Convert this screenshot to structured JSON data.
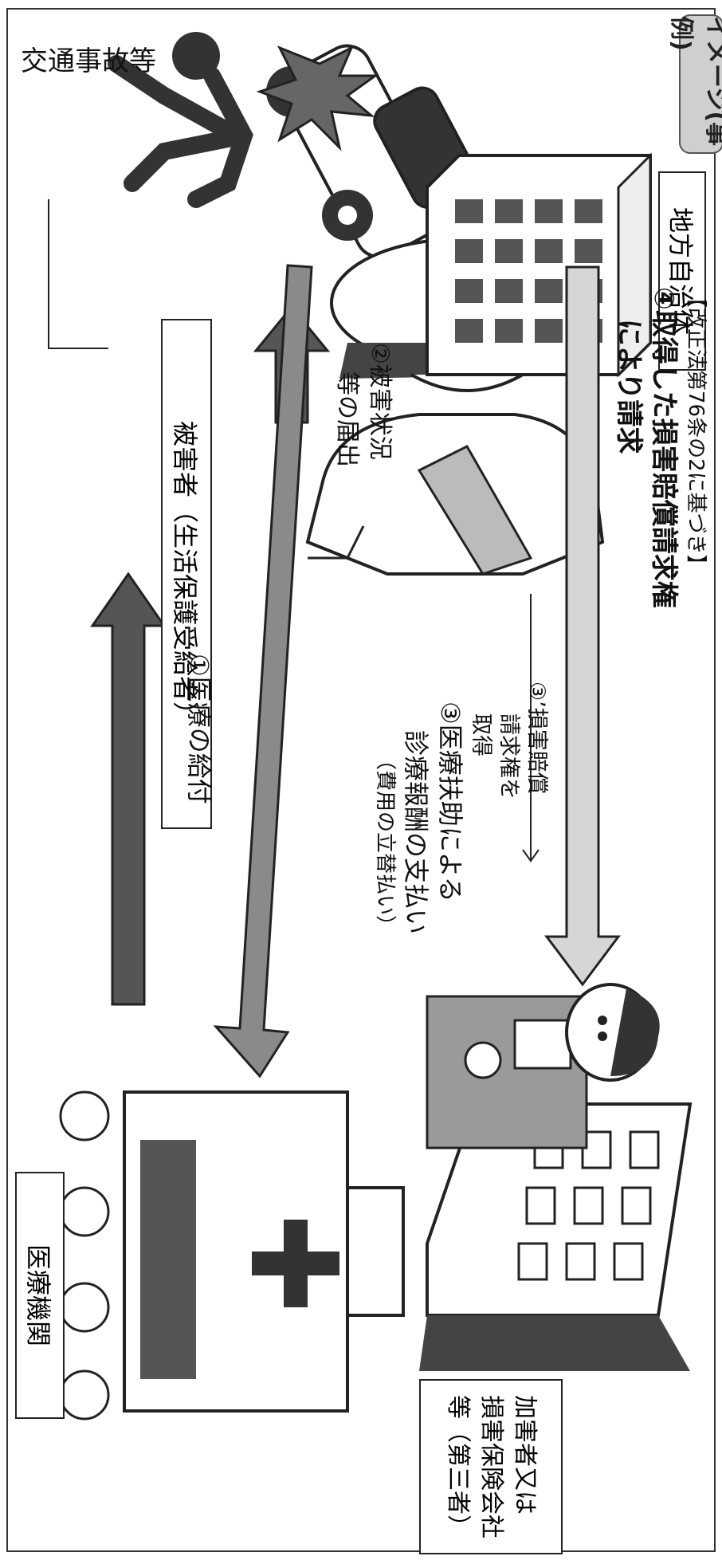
{
  "header": {
    "tab_title": "イメージ(事例)"
  },
  "nodes": {
    "accident": {
      "label": "交通事故等"
    },
    "victim": {
      "label": "被害者（生活保護受給者）"
    },
    "municipality": {
      "label": "地方自治体"
    },
    "medical": {
      "label": "医療機関"
    },
    "insurer": {
      "line1": "加害者又は",
      "line2": "損害保険会社",
      "line3": "等（第三者）"
    }
  },
  "flows": {
    "step1": {
      "label": "①医療の給付"
    },
    "step2": {
      "line1": "②被害状況",
      "line2": "等の届出"
    },
    "step3": {
      "line1": "③医療扶助による",
      "line2": "診療報酬の支払い",
      "line3": "（費用の立替払い）"
    },
    "step3b": {
      "line1": "③’損害賠償",
      "line2": "請求権を",
      "line3": "取得"
    },
    "step4": {
      "basis": "【改正法第76条の2に基づき】",
      "line1": "④取得した損害賠償請求権",
      "line2": "により請求"
    }
  },
  "colors": {
    "arrow_dark": "#555555",
    "arrow_mid": "#8a8a8a",
    "arrow_light": "#d6d6d6",
    "outline": "#222222"
  }
}
